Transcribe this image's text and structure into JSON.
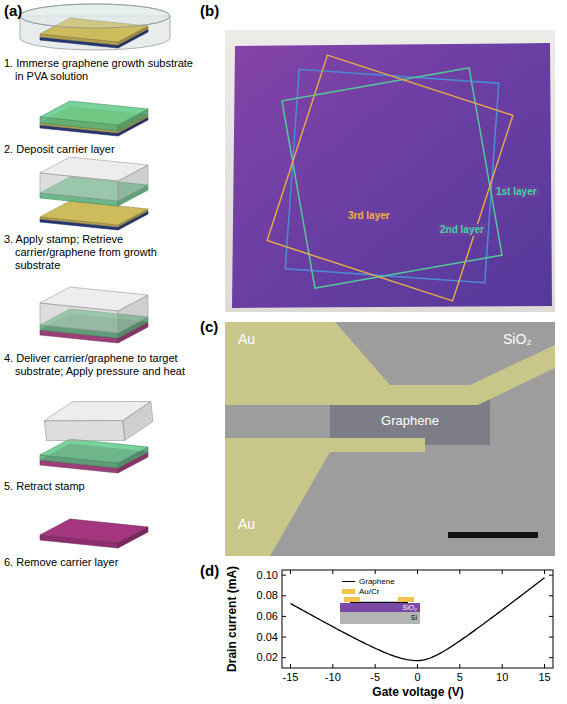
{
  "diagram": {
    "nodes": [
      {
        "text": [
          "SiO₂"
        ]
      },
      {
        "text": [
          "Si"
        ]
      }
    ],
    "labels": [
      "(a)",
      "1. Immerse graphene growth substrate in PVA solution",
      "2. Deposit carrier layer",
      "3. Apply stamp; Retrieve carrier/graphene from growth substrate",
      "4. Deliver carrier/graphene to target substrate; Apply pressure and heat",
      "5. Retract stamp",
      "6. Remove carrier layer",
      "(b)",
      "1st layer",
      "2nd layer",
      "3rd layer",
      "(c)",
      "Au",
      "SiO₂",
      "Graphene",
      "Au",
      "(d)",
      "Drain current (mA)",
      "Gate voltage (V)",
      "0.02",
      "0.04",
      "0.06",
      "0.08",
      "0.10",
      "-15",
      "-10",
      "-5",
      "0",
      "5",
      "10",
      "15"
    ],
    "legend": [
      {
        "text": "Graphene"
      },
      {
        "text": "Au/Cr",
        "color": "#f2c14e"
      }
    ]
  }
}
